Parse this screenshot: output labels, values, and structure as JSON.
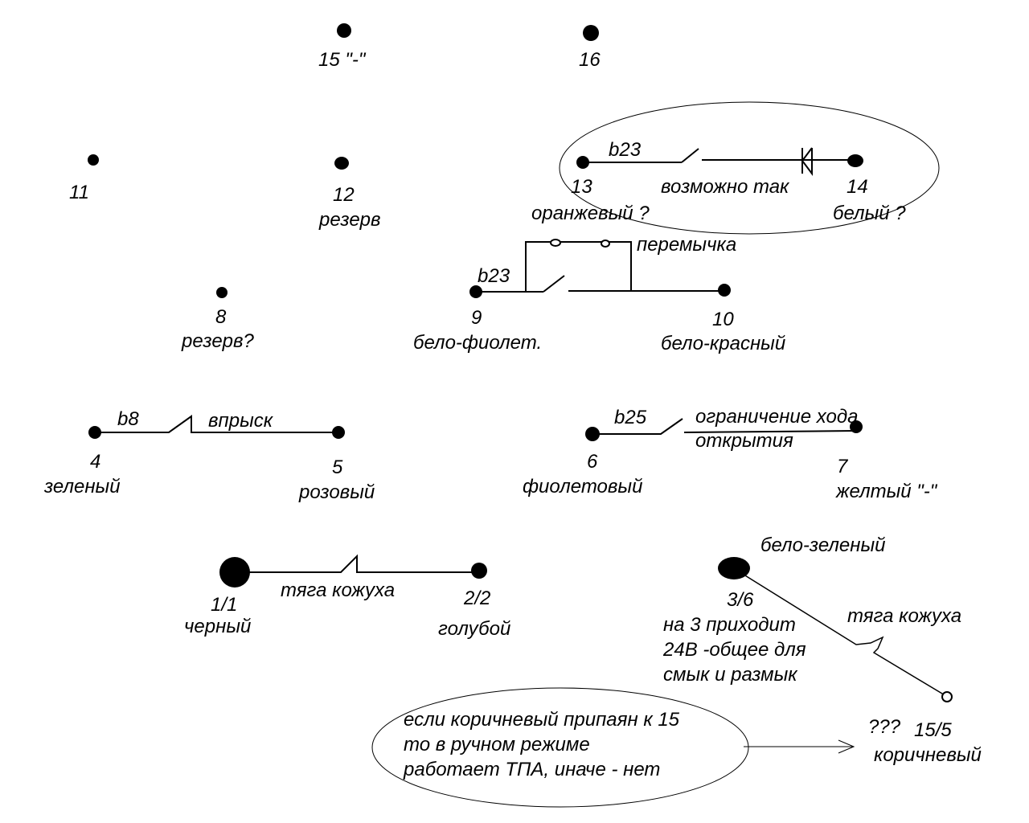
{
  "diagram": {
    "ink_color": "#000000",
    "background": "#ffffff",
    "pins": {
      "p15": {
        "number": "15 \"-\""
      },
      "p16": {
        "number": "16"
      },
      "p11": {
        "number": "11"
      },
      "p12": {
        "number": "12",
        "color": "резерв"
      },
      "p13": {
        "number": "13",
        "color": "оранжевый ?"
      },
      "p14": {
        "number": "14",
        "color": "белый ?"
      },
      "p8": {
        "number": "8",
        "color": "резерв?"
      },
      "p9": {
        "number": "9",
        "color": "бело-фиолет."
      },
      "p10": {
        "number": "10",
        "color": "бело-красный"
      },
      "p4": {
        "number": "4",
        "color": "зеленый"
      },
      "p5": {
        "number": "5",
        "color": "розовый"
      },
      "p6": {
        "number": "6",
        "color": "фиолетовый"
      },
      "p7": {
        "number": "7",
        "color": "желтый \"-\""
      },
      "p1": {
        "number": "1/1",
        "color": "черный"
      },
      "p2": {
        "number": "2/2",
        "color": "голубой"
      },
      "p3": {
        "number": "3/6",
        "color": "бело-зеленый",
        "note": [
          "на 3 приходит",
          "24В -общее для",
          "смык и размык"
        ]
      },
      "p155": {
        "number": "15/5",
        "color": "коричневый",
        "question": "???"
      }
    },
    "circuits": {
      "c13_14": {
        "switch": "b23",
        "note": "возможно так"
      },
      "c9_10": {
        "switch": "b23",
        "bypass": "перемычка"
      },
      "c4_5": {
        "switch": "b8",
        "function": "впрыск"
      },
      "c6_7": {
        "switch": "b25",
        "function": [
          "ограничение хода",
          "открытия"
        ]
      },
      "c1_2": {
        "function": "тяга кожуха"
      },
      "c3_15": {
        "function": "тяга кожуха"
      }
    },
    "callout": {
      "lines": [
        "если коричневый припаян к 15",
        "то в ручном режиме",
        "работает ТПА, иначе - нет"
      ]
    }
  }
}
